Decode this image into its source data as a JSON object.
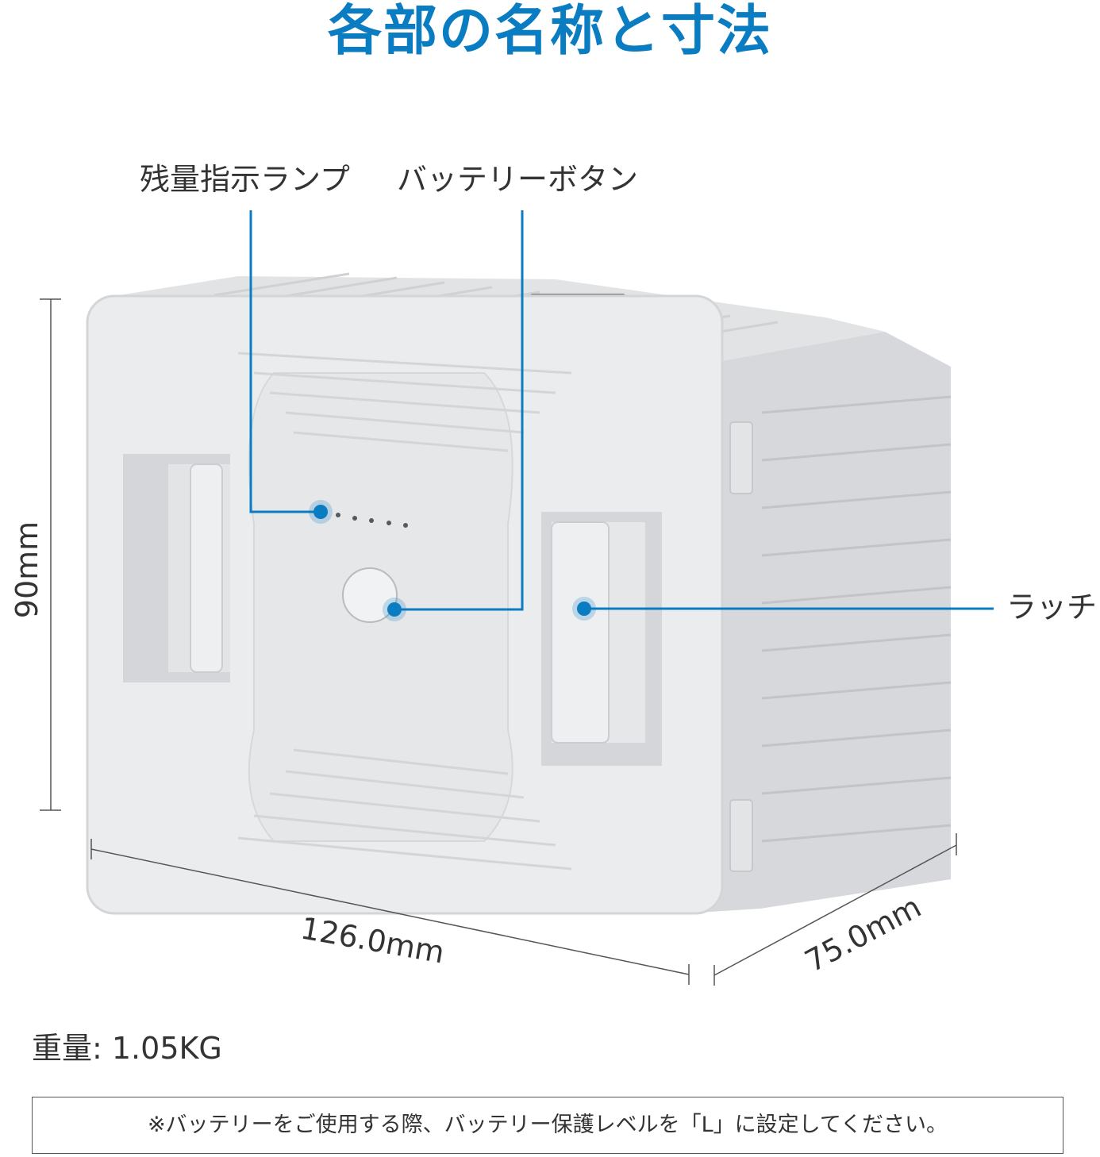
{
  "title": "各部の名称と寸法",
  "callouts": {
    "indicator": "残量指示ランプ",
    "button": "バッテリーボタン",
    "latch": "ラッチ"
  },
  "dimensions": {
    "height": "90mm",
    "width": "126.0mm",
    "depth": "75.0mm"
  },
  "weight": "重量: 1.05KG",
  "note": "※バッテリーをご使用する際、バッテリー保護レベルを「L」に設定してください。",
  "colors": {
    "accent": "#0a7cc2",
    "body": "#e6e7e9",
    "body_shadow": "#d2d4d7"
  }
}
